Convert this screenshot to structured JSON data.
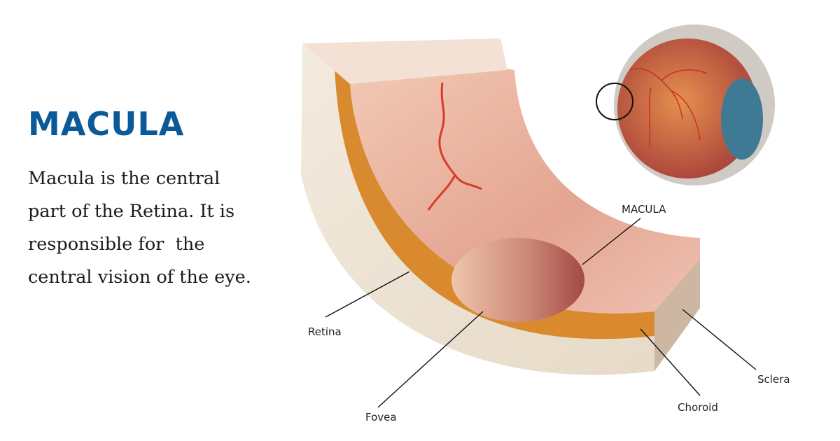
{
  "heading": "MACULA",
  "description": {
    "lines": [
      "Macula is the central",
      "part of the Retina. It is",
      "responsible for  the",
      "central vision of the eye."
    ]
  },
  "diagram": {
    "labels": {
      "macula": "MACULA",
      "retina": "Retina",
      "fovea": "Fovea",
      "choroid": "Choroid",
      "sclera": "Sclera"
    },
    "colors": {
      "heading": "#0a5a9a",
      "sclera": "#efe6d8",
      "choroid": "#d98a2e",
      "retina": "#e9b3a0",
      "macula": "#b86a5e",
      "vessel": "#d93a2a",
      "iris": "#3f7a94"
    }
  }
}
